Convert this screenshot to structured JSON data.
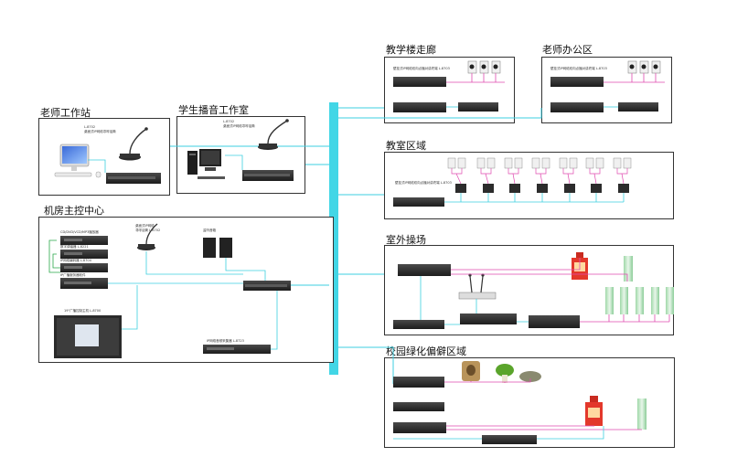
{
  "sections": {
    "teacher_station": "老师工作站",
    "student_studio": "学生播音工作室",
    "machine_room": "机房主控中心",
    "teaching_corridor": "教学楼走廊",
    "teacher_office": "老师办公区",
    "classroom": "教室区域",
    "outdoor_field": "室外操场",
    "campus_green": "校园绿化偏僻区域"
  },
  "colors": {
    "backbone": "#42d6e6",
    "cable_cyan": "#3ccfe0",
    "cable_pink": "#e04bb0",
    "cable_green": "#2aa84a",
    "device_dark": "#2b2b2b",
    "speaker_dark": "#222222",
    "alarm_red": "#e3382b"
  }
}
